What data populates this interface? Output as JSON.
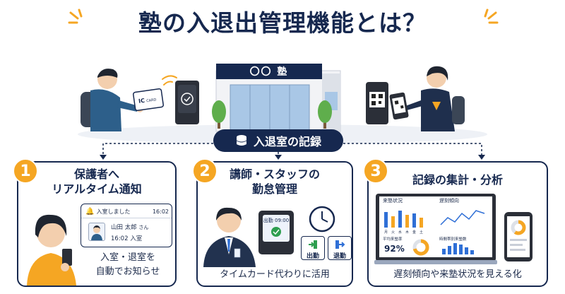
{
  "title": "塾の入退出管理機能とは？",
  "school_sign": "〇〇 塾",
  "ic_card": {
    "line1": "IC",
    "line2": "CARD"
  },
  "center_label": "入退室の記録",
  "colors": {
    "navy": "#16284f",
    "orange": "#f5a623",
    "green": "#2e9e4f",
    "blue": "#2f6fd6"
  },
  "cards": [
    {
      "number": "1",
      "title_line1": "保護者へ",
      "title_line2": "リアルタイム通知",
      "notification": {
        "header": "入室しました",
        "time": "16:02",
        "name": "山田 太郎",
        "honorific": "さん",
        "detail": "16:02 入室"
      },
      "caption_line1": "入室・退室を",
      "caption_line2": "自動でお知らせ"
    },
    {
      "number": "2",
      "title_line1": "講師・スタッフの",
      "title_line2": "勤怠管理",
      "terminal_time": "出勤 09:00",
      "buttons": [
        {
          "label": "出勤",
          "icon": "enter-arrow-icon"
        },
        {
          "label": "退勤",
          "icon": "exit-arrow-icon"
        }
      ],
      "caption": "タイムカード代わりに活用"
    },
    {
      "number": "3",
      "title": "記録の集計・分析",
      "dashboard": {
        "attendance_title": "来塾状況",
        "trend_title": "遅刻傾向",
        "avg_label": "平均来塾率",
        "avg_value": "92%",
        "time_title": "時間帯別来塾数",
        "weekdays": [
          "月",
          "火",
          "水",
          "木",
          "金",
          "土"
        ]
      },
      "caption": "遅刻傾向や来塾状況を見える化"
    }
  ]
}
